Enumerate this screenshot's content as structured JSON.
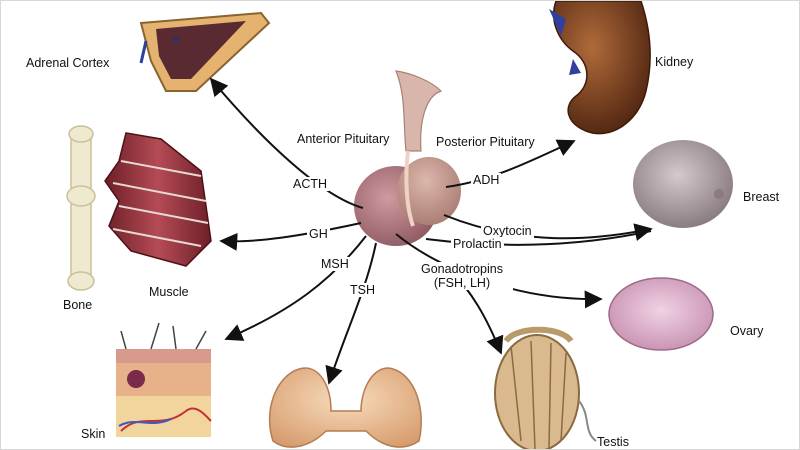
{
  "organs": {
    "adrenal_cortex": "Adrenal Cortex",
    "kidney": "Kidney",
    "breast": "Breast",
    "bone": "Bone",
    "muscle": "Muscle",
    "skin": "Skin",
    "ovary": "Ovary",
    "testis": "Testis"
  },
  "pituitary": {
    "anterior": "Anterior Pituitary",
    "posterior": "Posterior Pituitary"
  },
  "hormones": {
    "acth": "ACTH",
    "adh": "ADH",
    "gh": "GH",
    "oxytocin": "Oxytocin",
    "prolactin": "Prolactin",
    "msh": "MSH",
    "tsh": "TSH",
    "gonadotropins_line1": "Gonadotropins",
    "gonadotropins_line2": "(FSH, LH)"
  },
  "colors": {
    "arrow": "#111111",
    "pituitary_anterior": "#b07b82",
    "pituitary_posterior": "#c49a90",
    "kidney": "#7a3f1e",
    "breast": "#a99aa0",
    "muscle": "#8e2f38",
    "bone": "#ece6cc",
    "ovary": "#d9a9c6",
    "thyroid": "#f0c29a",
    "testis": "#d7b98a",
    "adrenal": "#e3b06a"
  }
}
